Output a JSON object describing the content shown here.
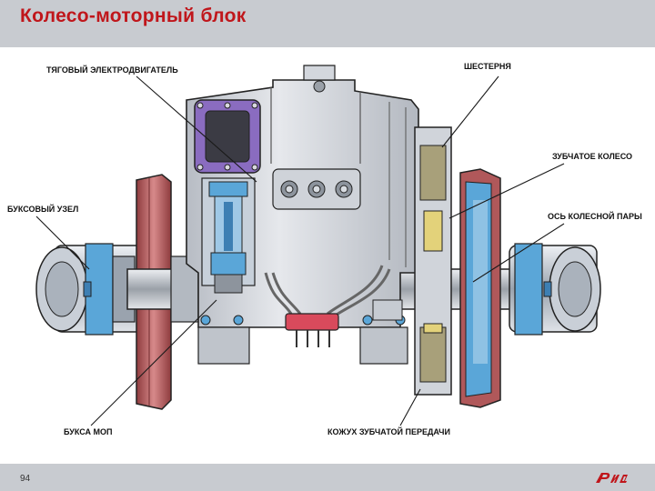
{
  "slide": {
    "title": "Колесо-моторный блок",
    "page_number": "94",
    "logo_text": "РЖД"
  },
  "colors": {
    "title": "#c0161b",
    "bar": "#c8cbd0",
    "wheel": "#b0585a",
    "body": "#c9cdd4",
    "blue": "#5aa6d8",
    "purple": "#8a6cc0",
    "gear": "#a8a07a"
  },
  "diagram": {
    "labels": {
      "traction_motor": "ТЯГОВЫЙ ЭЛЕКТРОДВИГАТЕЛЬ",
      "pinion": "ШЕСТЕРНЯ",
      "gear_wheel": "ЗУБЧАТОЕ КОЛЕСО",
      "axle_box": "БУКСОВЫЙ УЗЕЛ",
      "wheelset_axle": "ОСЬ КОЛЕСНОЙ ПАРЫ",
      "mop_box": "БУКСА МОП",
      "gear_casing": "КОЖУХ ЗУБЧАТОЙ ПЕРЕДАЧИ"
    }
  }
}
